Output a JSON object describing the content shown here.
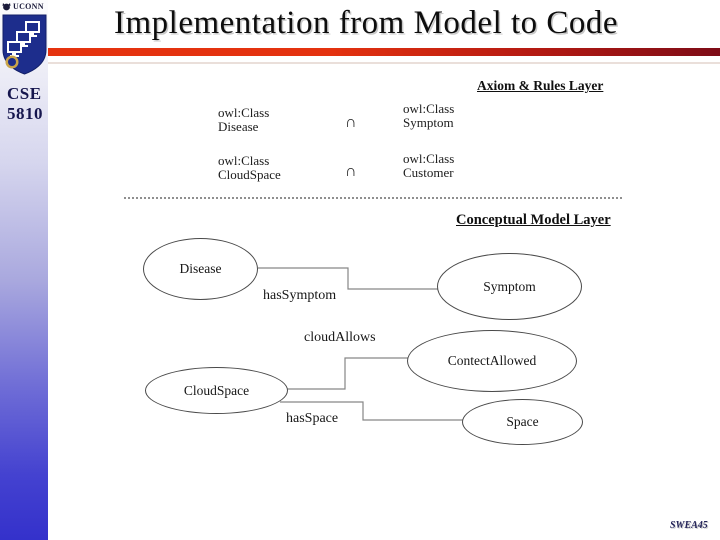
{
  "slide": {
    "title": "Implementation from Model to Code",
    "footer": "SWEA45"
  },
  "sidebar": {
    "logo_text": "UCONN",
    "course_line1": "CSE",
    "course_line2": "5810"
  },
  "diagram": {
    "axiom_layer": {
      "header": "Axiom & Rules Layer",
      "rows": [
        {
          "left_prefix": "owl:Class",
          "left_name": "Disease",
          "operator": "∩",
          "right_prefix": "owl:Class",
          "right_name": "Symptom"
        },
        {
          "left_prefix": "owl:Class",
          "left_name": "CloudSpace",
          "operator": "∩",
          "right_prefix": "owl:Class",
          "right_name": "Customer"
        }
      ]
    },
    "conceptual_layer": {
      "header": "Conceptual Model Layer",
      "nodes": [
        {
          "label": "Disease"
        },
        {
          "label": "Symptom"
        },
        {
          "label": "ContectAllowed"
        },
        {
          "label": "CloudSpace"
        },
        {
          "label": "Space"
        }
      ],
      "edges": [
        {
          "label": "hasSymptom",
          "from": "Disease",
          "to": "Symptom"
        },
        {
          "label": "cloudAllows",
          "from": "CloudSpace",
          "to": "ContectAllowed"
        },
        {
          "label": "hasSpace",
          "from": "CloudSpace",
          "to": "Space"
        }
      ]
    }
  },
  "colors": {
    "title_rule_left": "#e5330f",
    "title_rule_right": "#7d0c17",
    "sidebar_bottom_blue": "#3431cb",
    "shield_navy": "#1d2d8c",
    "seal_gold": "#c9a44a",
    "footer_navy": "#232358"
  }
}
